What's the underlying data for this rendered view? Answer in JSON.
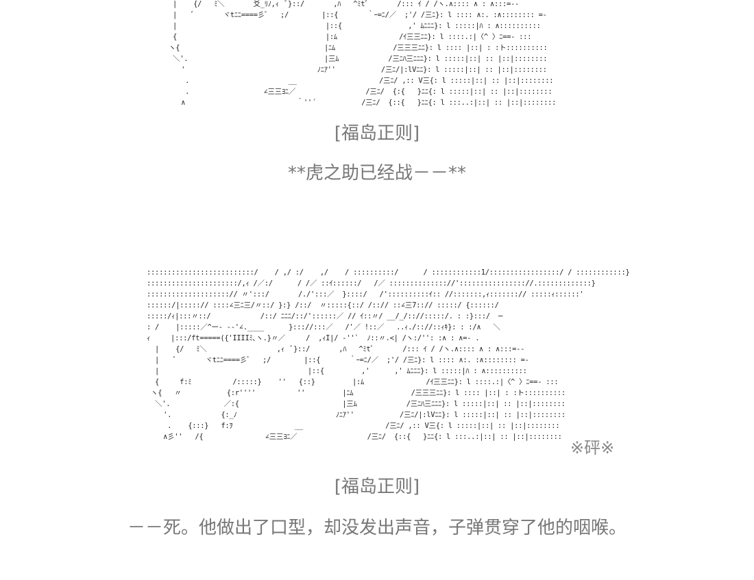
{
  "ascii_art_top": [
    "  |    {/   ﾐ＼       爻_ﾘﾉ,ｨ  ﾞ}::/       ,ﾊ   ^ﾐtﾞ       /::: ｲ / /ヽ.∧:::: ∧ : ∧:::=‐‐",
    "  |    ﾞ       ヾtﾆﾆ====彡ﾞ   ;/        |::{       ｀ｰ=ﾆ/／  ;'/ /三ﾆ}: l :::: ∧:. :∧:::::::: =‐",
    "  |                                    |::{                ,' ﾑﾆﾆﾆ}: l :::::|ﾊ : ∧::::::::::",
    "  {                                    |:ﾑ               /ｲ三三ﾆﾆ}: l ::::.:|〈^ 〉ﾆ==‐ :::",
    " ヽ{                                   |ﾆﾑ              /三三三ﾆﾆ}: l :::: |::| : :ト::::::::::",
    "  ＼'.                                 |三ﾑ            /三ﾆﾊ三ﾆﾆﾆ}: l :::::|::| :: |::|::::::::",
    "    '                                ﾉﾆｱ''           /三ﾆ/|:lVﾆﾆ}: l :::::|::| :: |::|::::::::",
    "     .                        __                    /三ﾆ/ ,:: V三{: l :::::|::| :: |::|::::::::",
    "     .                  ∠三三ﾖﾆ／                 /三ﾆ/  {:{   }ﾆﾆ{: l :::::|::| :: |::|::::::::",
    "    ∧                           ｀''´           /三ﾆ/  {::{   }ﾆﾆ{: l :::..:|::| :: |::|::::::::"
  ],
  "ascii_art_bottom": [
    "::::::::::::::::::::::::::/    / ,/ :/    ,/    / ::::::::::/      / ::::::::::::1/:::::::::::::::::/ / ::::::::::::}",
    "::::::::::::::::::::::/,ｨ /／:/      / /／ ::ｲ::::::/   /／ :::::::::::::://':::::::::::::::://.:::::::::::::}",
    "::::::::::::::::::::// 〃':::/       /./':::／  }::::/   /'::::::::::ｲ:: //:::::::,ｨ:::::::// :::::ｨ::::::'",
    "::::::/|:::::// ::::∠三ﾆ三/〃::/ }:} /::/  〃:::::{::/ /::// ::∠三7::// :::::/ {::::::/",
    ":::::/ｨ|:::〃::/            /::/ ﾆﾆﾆ/::/'::::::／ // ｲ::〃/ __/_/:://:::::/. : :}:::/  ─",
    ": /    |:::::／^ー‐ ‐‐'∠.____      }::://:::／   /'／ !::／   ..ｨ./:://::ｨｷ}: : :/∧   ＼",
    "ｨ     |:::/ft=====({'IIIIﾐ､ヽ.}〃／     /  ,ｨI|/ ‐''`  ﾉ::〃.<| /ヽ:/'': :∧ : ∧=‐ .",
    "  |    {/   ﾐ＼                 ,ｨ  ﾞ}::/       ,ﾊ   ^ﾐtﾞ       /::: ｲ / /ヽ.∧:::: ∧ : ∧:::=‐‐",
    "  |    ﾞ       ヾtﾆﾆ====彡ﾞ   ;/        |::{       ｀ｰ=ﾆ/／  ;'/ /三ﾆ}: l :::: ∧:. :∧:::::::: =‐",
    "  |                                    |::{         ,'      ,' ﾑﾆﾆﾆ}: l :::::|ﾊ : ∧::::::::::",
    "  {     f:ﾐ          /:::::}    ''   {::}         |:ﾑ               /ｲ三三ﾆﾆ}: l ::::.:|〈^ 〉ﾆ==‐ :::",
    " ヽ{   〃           {:r''''          ''         |ﾆﾑ              /三三三ﾆﾆ}: l :::: |::| : :ト::::::::::",
    "  ＼'.             ／:{                         |三ﾑ            /三ﾆﾊ三ﾆﾆﾆ}: l :::::|::| :: |::|::::::::",
    "    '.            {:_ﾉ                        ﾉﾆｱ''           /三ﾆ/|:lVﾆﾆ}: l :::::|::| :: |::|::::::::",
    "     .    {:::}   f:ｦ               __                    /三ﾆ/ ,:: V三{: l :::::|::| :: |::|::::::::",
    "    ∧彡''   /{               ∠三三ﾖﾆ／                 /三ﾆ/  {::{   }ﾆﾆ{: l :::..:|::| :: |::|::::::::"
  ],
  "captions": {
    "speaker_1": "[福岛正则]",
    "line_1": "**虎之助已经战－－**",
    "speaker_2": "[福岛正则]",
    "line_2": "－－死。他做出了口型，却没发出声音，子弹贯穿了他的咽喉。",
    "sound_effect": "※砰※"
  },
  "colors": {
    "caption_text": "#777777",
    "art_text": "#222222"
  }
}
